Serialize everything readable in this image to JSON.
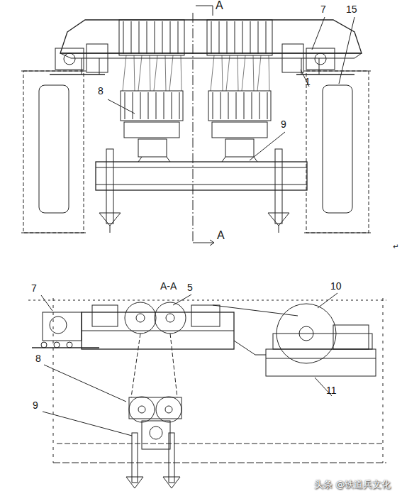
{
  "diagram": {
    "labels": [
      "A",
      "7",
      "15",
      "8",
      "1",
      "9",
      "A",
      "↵",
      "A-A",
      "7",
      "5",
      "10",
      "8",
      "11",
      "9",
      "头条 @铁道兵文化"
    ]
  }
}
